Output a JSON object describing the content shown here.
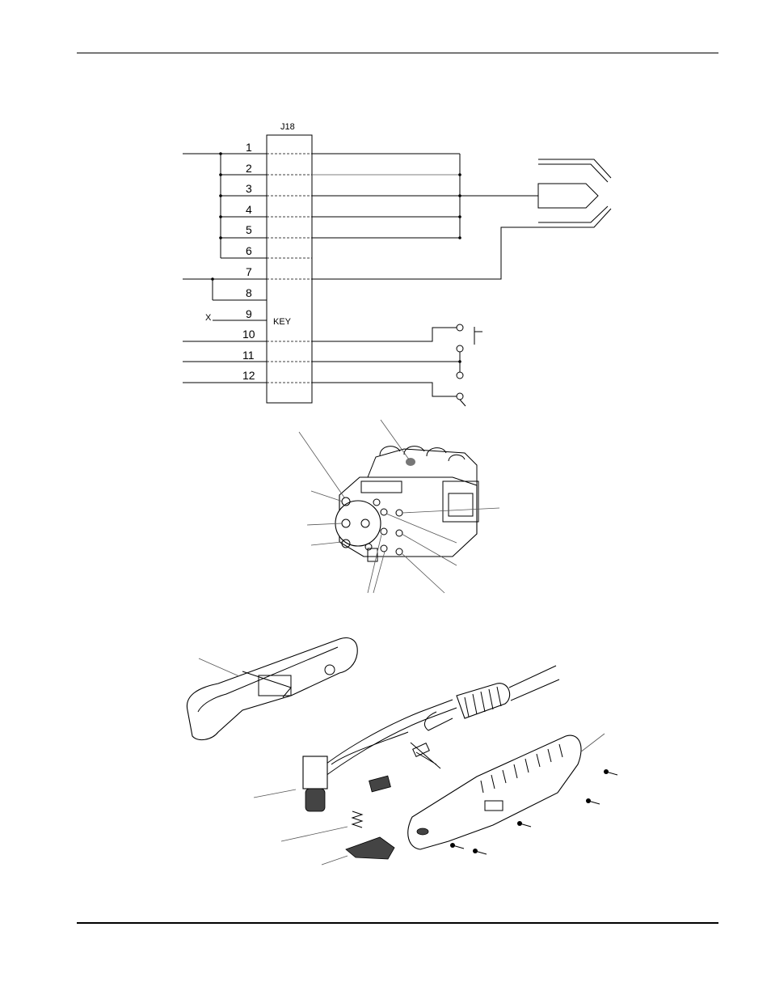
{
  "schematic": {
    "connector_label": "J18",
    "key_label": "KEY",
    "x_label": "X",
    "pins": [
      "1",
      "2",
      "3",
      "4",
      "5",
      "6",
      "7",
      "8",
      "9",
      "10",
      "11",
      "12"
    ]
  },
  "colors": {
    "ink": "#000000",
    "background": "#ffffff"
  }
}
